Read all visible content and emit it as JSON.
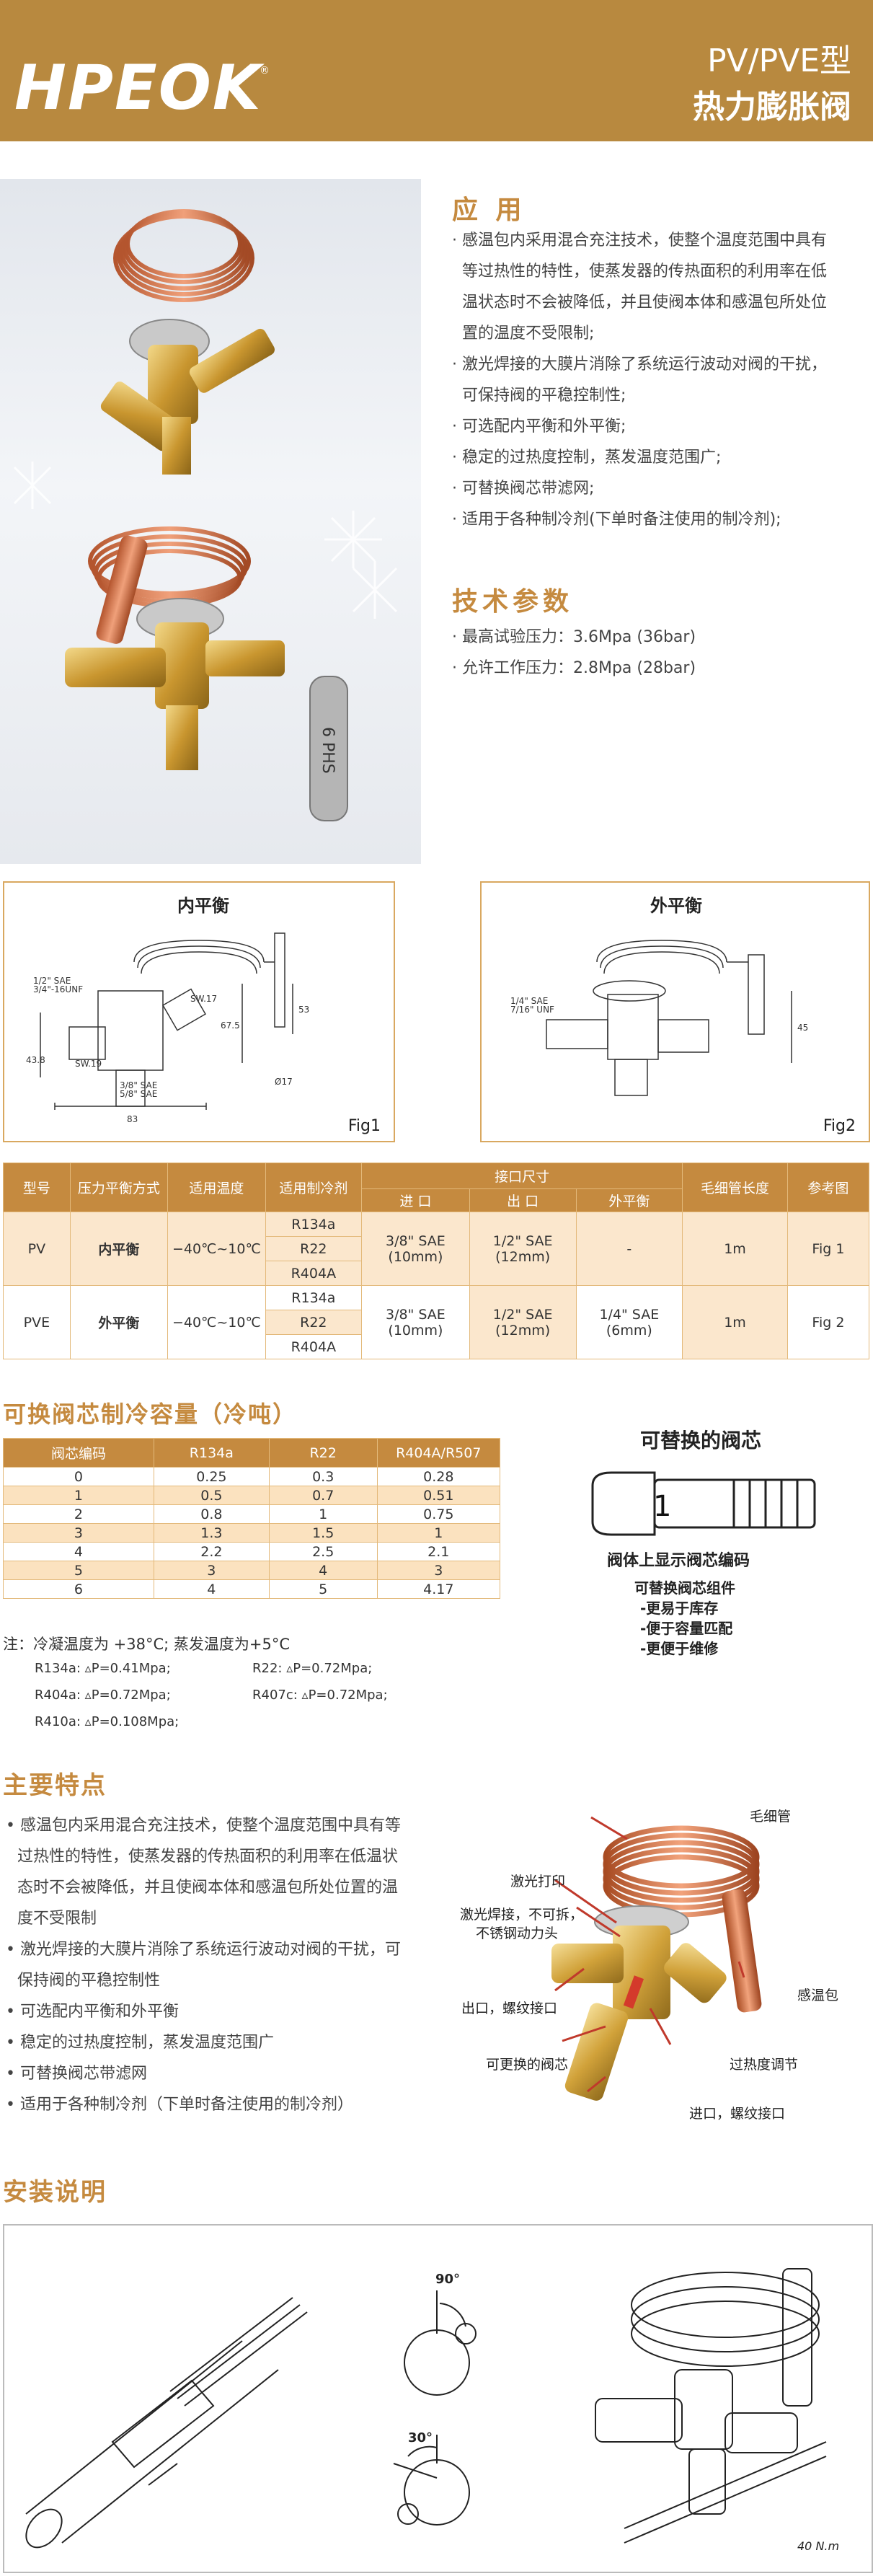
{
  "header": {
    "logo": "HPEOK",
    "logo_mark": "®",
    "model": "PV/PVE型",
    "product": "热力膨胀阀"
  },
  "application": {
    "title": "应 用",
    "items": [
      "· 感温包内采用混合充注技术，使整个温度范围中具有",
      "  等过热性的特性，使蒸发器的传热面积的利用率在低",
      "  温状态时不会被降低，并且使阀本体和感温包所处位",
      "  置的温度不受限制;",
      "· 激光焊接的大膜片消除了系统运行波动对阀的干扰，",
      "  可保持阀的平稳控制性;",
      "· 可选配内平衡和外平衡;",
      "· 稳定的过热度控制，蒸发温度范围广;",
      "· 可替换阀芯带滤网;",
      "· 适用于各种制冷剂(下单时备注使用的制冷剂);"
    ]
  },
  "tech": {
    "title": "技术参数",
    "items": [
      "· 最高试验压力：3.6Mpa (36bar)",
      "· 允许工作压力：2.8Mpa (28bar)"
    ]
  },
  "fig1": {
    "title": "内平衡",
    "label": "Fig1",
    "dims": [
      "1/2\" SAE",
      "3/4\"-16UNF",
      "SW.17",
      "67.5",
      "53",
      "43.8",
      "SW.19",
      "3/8\" SAE",
      "5/8\" SAE",
      "Ø17",
      "83"
    ]
  },
  "fig2": {
    "title": "外平衡",
    "label": "Fig2",
    "dims": [
      "1/4\" SAE",
      "7/16\" UNF",
      "45"
    ]
  },
  "spec_table": {
    "headers": [
      "型号",
      "压力平衡方式",
      "适用温度",
      "适用制冷剂",
      "接口尺寸",
      "毛细管长度",
      "参考图"
    ],
    "sub_headers": [
      "进 口",
      "出 口",
      "外平衡"
    ],
    "rows": [
      {
        "model": "PV",
        "balance": "内平衡",
        "temp": "−40℃~10℃",
        "refrigerants": [
          "R134a",
          "R22",
          "R404A"
        ],
        "inlet": "3/8\" SAE (10mm)",
        "outlet": "1/2\" SAE (12mm)",
        "external": "-",
        "capillary": "1m",
        "fig": "Fig 1"
      },
      {
        "model": "PVE",
        "balance": "外平衡",
        "temp": "−40℃~10℃",
        "refrigerants": [
          "R134a",
          "R22",
          "R404A"
        ],
        "inlet": "3/8\" SAE (10mm)",
        "outlet": "1/2\" SAE (12mm)",
        "external": "1/4\" SAE (6mm)",
        "capillary": "1m",
        "fig": "Fig 2"
      }
    ]
  },
  "capacity": {
    "title": "可换阀芯制冷容量（冷吨）",
    "headers": [
      "阀芯编码",
      "R134a",
      "R22",
      "R404A/R507"
    ],
    "rows": [
      [
        "0",
        "0.25",
        "0.3",
        "0.28"
      ],
      [
        "1",
        "0.5",
        "0.7",
        "0.51"
      ],
      [
        "2",
        "0.8",
        "1",
        "0.75"
      ],
      [
        "3",
        "1.3",
        "1.5",
        "1"
      ],
      [
        "4",
        "2.2",
        "2.5",
        "2.1"
      ],
      [
        "5",
        "3",
        "4",
        "3"
      ],
      [
        "6",
        "4",
        "5",
        "4.17"
      ]
    ],
    "note": "注：冷凝温度为 +38°C; 蒸发温度为+5°C",
    "notes_small": [
      "R134a: ▵P=0.41Mpa;",
      "R22: ▵P=0.72Mpa;",
      "R404a: ▵P=0.72Mpa;",
      "R407c: ▵P=0.72Mpa;",
      "R410a: ▵P=0.108Mpa;"
    ]
  },
  "core": {
    "title": "可替换的阀芯",
    "number": "1",
    "caption": "阀体上显示阀芯编码",
    "list_title": "可替换阀芯组件",
    "list": [
      "-更易于库存",
      "-便于容量匹配",
      "-更便于维修"
    ]
  },
  "features": {
    "title": "主要特点",
    "items": [
      "• 感温包内采用混合充注技术，使整个温度范围中具有等",
      "  过热性的特性，使蒸发器的传热面积的利用率在低温状",
      "  态时不会被降低，并且使阀本体和感温包所处位置的温",
      "  度不受限制",
      "• 激光焊接的大膜片消除了系统运行波动对阀的干扰，可",
      "  保持阀的平稳控制性",
      "• 可选配内平衡和外平衡",
      "• 稳定的过热度控制，蒸发温度范围广",
      "• 可替换阀芯带滤网",
      "• 适用于各种制冷剂（下单时备注使用的制冷剂）"
    ],
    "callouts": {
      "capillary": "毛细管",
      "laser": "激光打印",
      "weld1": "激光焊接，不可拆，",
      "weld2": "不锈钢动力头",
      "bulb": "感温包",
      "outlet": "出口，螺纹接口",
      "core": "可更换的阀芯",
      "superheat": "过热度调节",
      "inlet": "进口，螺纹接口"
    }
  },
  "install": {
    "title": "安装说明",
    "angle1": "90°",
    "angle2": "30°",
    "torque": "40 N.m"
  }
}
